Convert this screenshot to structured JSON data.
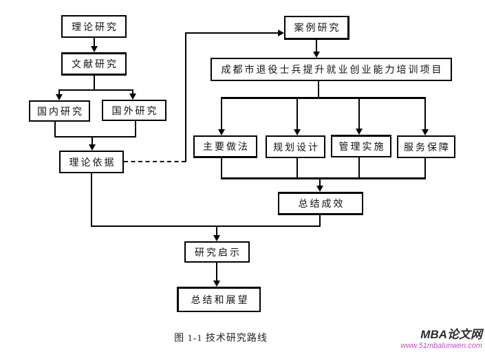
{
  "diagram": {
    "caption": "图 1-1  技术研究路线",
    "nodes": {
      "theory_research": "理论研究",
      "literature_research": "文献研究",
      "domestic_research": "国内研究",
      "foreign_research": "国外研究",
      "theoretical_basis": "理论依据",
      "case_study": "案例研究",
      "project": "成都市退役士兵提升就业创业能力培训项目",
      "main_practices": "主要做法",
      "planning_design": "规划设计",
      "management_implementation": "管理实施",
      "service_guarantee": "服务保障",
      "summary_results": "总结成效",
      "research_enlightenment": "研究启示",
      "summary_outlook": "总结和展望"
    },
    "colors": {
      "line": "#000000",
      "background": "#ffffff"
    }
  },
  "watermark": {
    "site_name": "MBA论文网",
    "site_url": "www.51mbalunwen.com",
    "url_color": "#c44bc8"
  }
}
